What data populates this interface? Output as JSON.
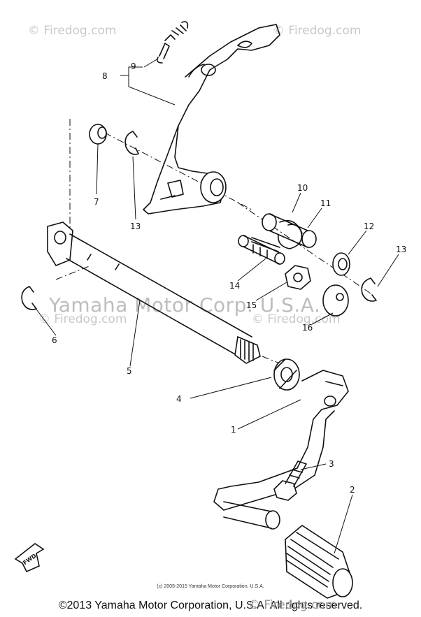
{
  "watermarks": {
    "firedog": "© Firedog.com",
    "yamaha": "Yamaha Motor Corp. U.S.A."
  },
  "callouts": [
    "9",
    "8",
    "7",
    "13",
    "10",
    "11",
    "12",
    "13",
    "14",
    "15",
    "16",
    "6",
    "5",
    "4",
    "1",
    "3",
    "2"
  ],
  "fwd_label": "FWD",
  "copyright_small": "(c) 2005-2015 Yamaha Motor Corporation, U.S.A.",
  "copyright_main": "©2013 Yamaha Motor Corporation, U.S.A. All rights reserved.",
  "colors": {
    "ink": "#111111",
    "watermark": "#c9c9c9",
    "background": "#ffffff"
  }
}
